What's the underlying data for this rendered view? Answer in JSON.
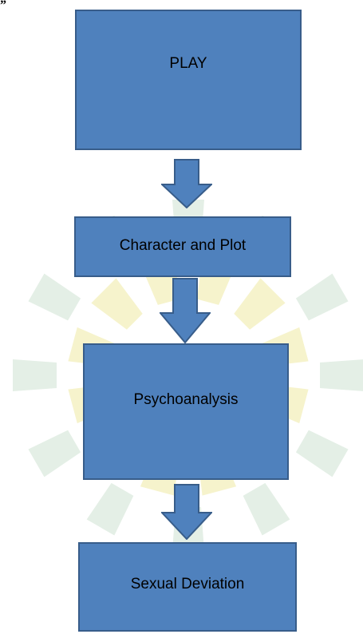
{
  "corner_mark": "”",
  "flowchart": {
    "steps": [
      {
        "label": "PLAY"
      },
      {
        "label": "Character and Plot"
      },
      {
        "label": "Psychoanalysis"
      },
      {
        "label": "Sexual Deviation"
      }
    ]
  },
  "colors": {
    "box_fill": "#4f81bd",
    "box_border": "#385d8a",
    "watermark_green": "#e4efe6",
    "watermark_yellow": "#f6f3cc"
  }
}
